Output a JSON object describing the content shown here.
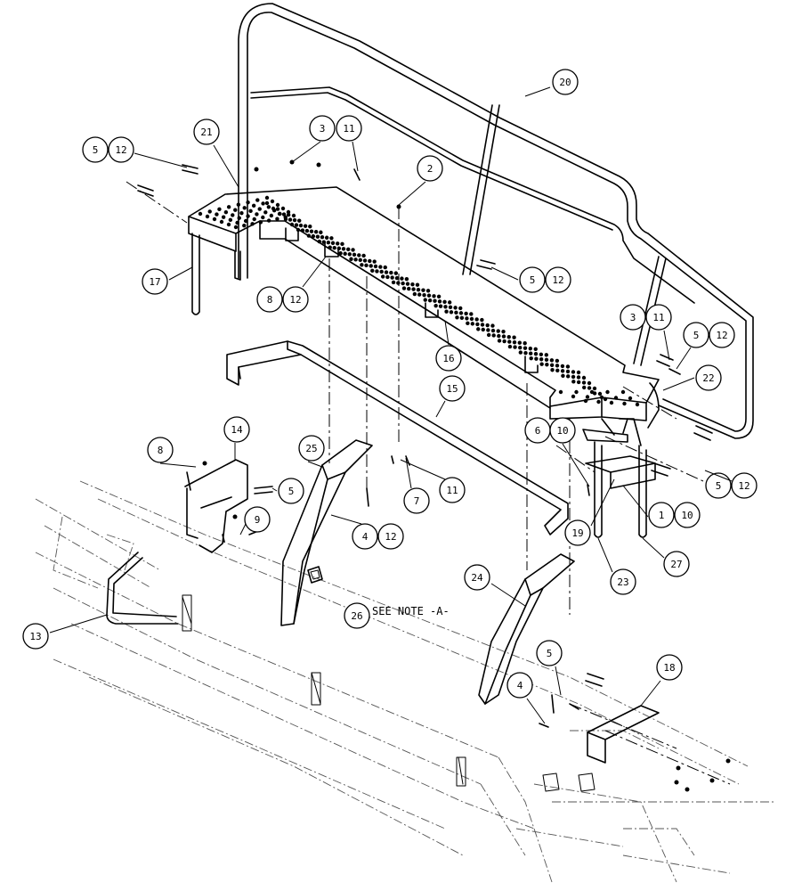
{
  "diagram": {
    "callouts": [
      {
        "id": "c20",
        "text": "20"
      },
      {
        "id": "c21",
        "text": "21"
      },
      {
        "id": "c3a",
        "text": "3"
      },
      {
        "id": "c11a",
        "text": "11"
      },
      {
        "id": "c2",
        "text": "2"
      },
      {
        "id": "c5a",
        "text": "5"
      },
      {
        "id": "c12a",
        "text": "12"
      },
      {
        "id": "c17",
        "text": "17"
      },
      {
        "id": "c8a",
        "text": "8"
      },
      {
        "id": "c12b",
        "text": "12"
      },
      {
        "id": "c5b",
        "text": "5"
      },
      {
        "id": "c12c",
        "text": "12"
      },
      {
        "id": "c16",
        "text": "16"
      },
      {
        "id": "c3b",
        "text": "3"
      },
      {
        "id": "c11b",
        "text": "11"
      },
      {
        "id": "c5c",
        "text": "5"
      },
      {
        "id": "c12d",
        "text": "12"
      },
      {
        "id": "c22",
        "text": "22"
      },
      {
        "id": "c15",
        "text": "15"
      },
      {
        "id": "c14",
        "text": "14"
      },
      {
        "id": "c25",
        "text": "25"
      },
      {
        "id": "c6",
        "text": "6"
      },
      {
        "id": "c10a",
        "text": "10"
      },
      {
        "id": "c8b",
        "text": "8"
      },
      {
        "id": "c5d",
        "text": "5"
      },
      {
        "id": "c5e",
        "text": "5"
      },
      {
        "id": "c12e",
        "text": "12"
      },
      {
        "id": "c7",
        "text": "7"
      },
      {
        "id": "c11c",
        "text": "11"
      },
      {
        "id": "c1",
        "text": "1"
      },
      {
        "id": "c10b",
        "text": "10"
      },
      {
        "id": "c9",
        "text": "9"
      },
      {
        "id": "c4a",
        "text": "4"
      },
      {
        "id": "c12f",
        "text": "12"
      },
      {
        "id": "c19",
        "text": "19"
      },
      {
        "id": "c27",
        "text": "27"
      },
      {
        "id": "c23",
        "text": "23"
      },
      {
        "id": "c26",
        "text": "26"
      },
      {
        "id": "c13",
        "text": "13"
      },
      {
        "id": "c24",
        "text": "24"
      },
      {
        "id": "c5f",
        "text": "5"
      },
      {
        "id": "c18",
        "text": "18"
      },
      {
        "id": "c4b",
        "text": "4"
      }
    ],
    "note": "SEE NOTE -A-"
  }
}
